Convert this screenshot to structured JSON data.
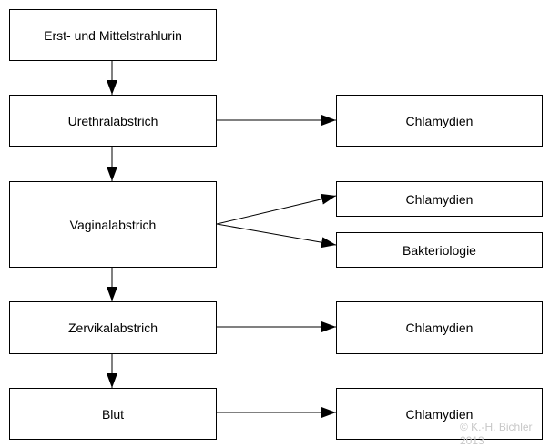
{
  "diagram": {
    "nodes": {
      "urine": "Erst- und Mittelstrahlurin",
      "urethral_swab": "Urethralabstrich",
      "vaginal_swab": "Vaginalabstrich",
      "cervical_swab": "Zervikalabstrich",
      "blood": "Blut",
      "chlamydia_1": "Chlamydien",
      "chlamydia_2": "Chlamydien",
      "bacteriology": "Bakteriologie",
      "chlamydia_3": "Chlamydien",
      "chlamydia_4": "Chlamydien"
    },
    "edges": [
      {
        "from": "urine",
        "to": "urethral_swab"
      },
      {
        "from": "urethral_swab",
        "to": "vaginal_swab"
      },
      {
        "from": "vaginal_swab",
        "to": "cervical_swab"
      },
      {
        "from": "cervical_swab",
        "to": "blood"
      },
      {
        "from": "urethral_swab",
        "to": "chlamydia_1"
      },
      {
        "from": "vaginal_swab",
        "to": "chlamydia_2"
      },
      {
        "from": "vaginal_swab",
        "to": "bacteriology"
      },
      {
        "from": "cervical_swab",
        "to": "chlamydia_3"
      },
      {
        "from": "blood",
        "to": "chlamydia_4"
      }
    ],
    "copyright": "© K.-H. Bichler\n2013"
  }
}
